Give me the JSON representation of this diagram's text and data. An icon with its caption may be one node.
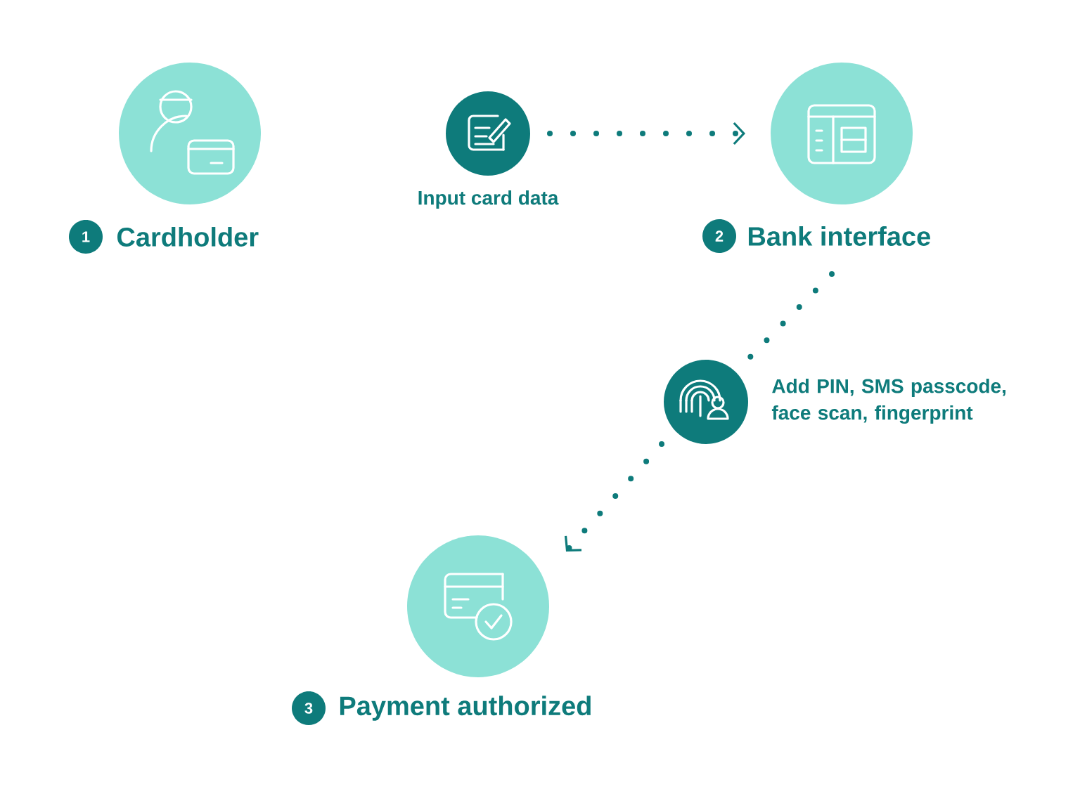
{
  "diagram": {
    "nodes": [
      {
        "text": [
          "1",
          "Cardholder"
        ]
      },
      {
        "text": [
          "Input card data"
        ]
      },
      {
        "text": [
          "2",
          "Bank interface"
        ]
      },
      {
        "text": [
          "Add PIN, SMS passcode, face scan, fingerprint"
        ]
      },
      {
        "text": [
          "3",
          "Payment authorized"
        ]
      }
    ],
    "edges": [
      {
        "from": 1,
        "to": 2,
        "arrow": "to"
      },
      {
        "from": 2,
        "to": 3,
        "arrow": "none"
      },
      {
        "from": 3,
        "to": 4,
        "arrow": "to"
      }
    ]
  }
}
